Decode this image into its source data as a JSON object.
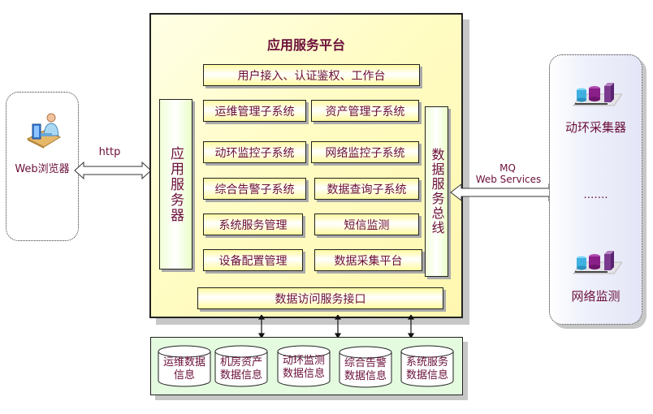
{
  "client": {
    "label": "Web浏览器",
    "icon": "user-at-computer-icon"
  },
  "links": {
    "client_to_platform": "http",
    "platform_to_collectors_line1": "MQ",
    "platform_to_collectors_line2": "Web Services"
  },
  "platform": {
    "title": "应用服务平台",
    "top_module": "用户接入、认证鉴权、工作台",
    "app_server": "应用服务器",
    "data_bus": "数据服务总线",
    "modules": [
      "运维管理子系统",
      "资产管理子系统",
      "动环监控子系统",
      "网络监控子系统",
      "综合告警子系统",
      "数据查询子系统",
      "系统服务管理",
      "短信监测",
      "设备配置管理",
      "数据采集平台"
    ],
    "data_access": "数据访问服务接口"
  },
  "storage": {
    "databases": [
      {
        "line1": "运维数据",
        "line2": "信息"
      },
      {
        "line1": "机房资产",
        "line2": "数据信息"
      },
      {
        "line1": "动环监测",
        "line2": "数据信息"
      },
      {
        "line1": "综合告警",
        "line2": "数据信息"
      },
      {
        "line1": "系统服务",
        "line2": "数据信息"
      }
    ]
  },
  "collectors": {
    "items": [
      {
        "label": "动环采集器",
        "icon": "server-database-icon"
      },
      {
        "label": "网络监测",
        "icon": "server-database-icon"
      }
    ],
    "ellipsis": "……."
  },
  "colors": {
    "text": "#6b0f3a",
    "platform_bg": "#fffcc4",
    "storage_bg": "#e4fbe0",
    "collector_bg": "#e4e6f7"
  }
}
